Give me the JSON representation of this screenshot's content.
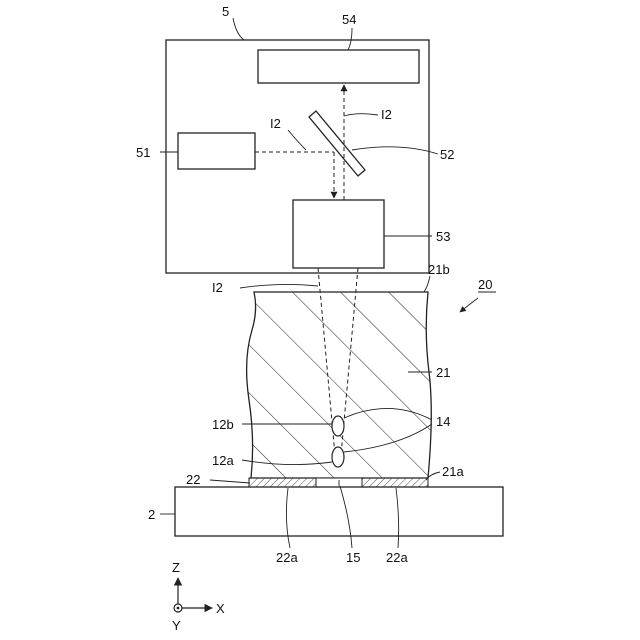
{
  "labels": {
    "unit_5": "5",
    "part_54": "54",
    "part_51": "51",
    "part_52": "52",
    "part_53": "53",
    "beam_l2_a": "I2",
    "beam_l2_b": "I2",
    "beam_l2_c": "I2",
    "ref_20": "20",
    "part_21b": "21b",
    "part_21": "21",
    "part_14": "14",
    "part_12b": "12b",
    "part_12a": "12a",
    "part_22": "22",
    "part_21a": "21a",
    "part_2": "2",
    "part_22a_left": "22a",
    "part_15": "15",
    "part_22a_right": "22a",
    "axis_z": "Z",
    "axis_x": "X",
    "axis_y": "Y"
  }
}
